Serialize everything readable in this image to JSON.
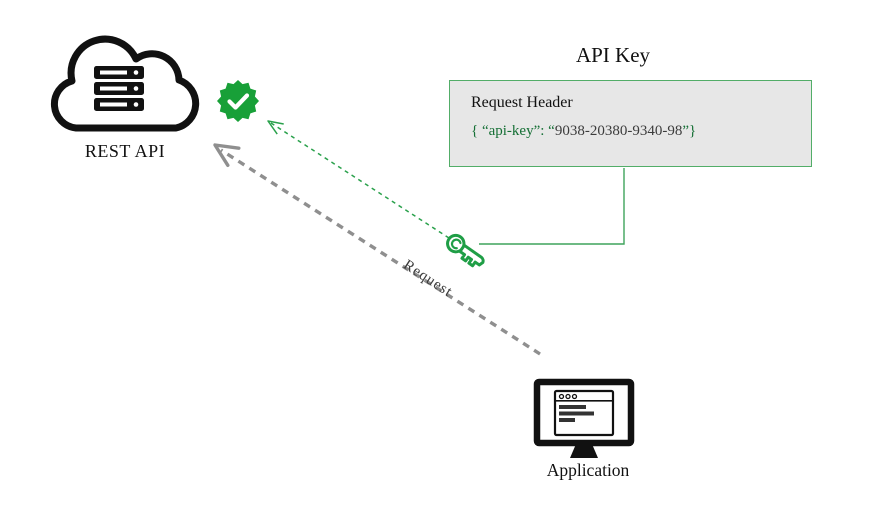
{
  "diagram": {
    "title": "API Key",
    "rest_api_label": "REST API",
    "request_header_label": "Request Header",
    "api_key_code": {
      "prefix": "{ “api-key”: “",
      "value": "9038-20380-9340-98",
      "suffix": "”}"
    },
    "request_label": "Request",
    "application_label": "Application",
    "colors": {
      "badge_green": "#18a038",
      "key_green": "#1f9e46",
      "panel_border_green": "#52ad68",
      "panel_fill": "#e7e7e7",
      "code_green": "#156f35",
      "code_value_gray": "#3c3c3c",
      "arrow_gray": "#8f8f8f",
      "arrow_green": "#2aa14c",
      "line_black": "#111111"
    }
  }
}
